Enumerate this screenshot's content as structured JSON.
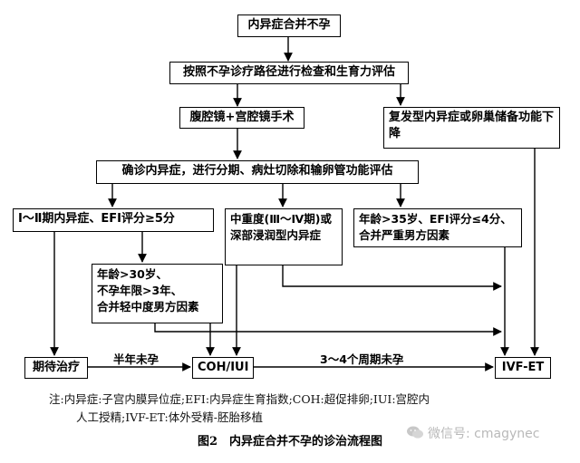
{
  "nodes": {
    "start": "内异症合并不孕",
    "assess": "按照不孕诊疗路径进行检查和生育力评估",
    "surgery": "腹腔镜+宫腔镜手术",
    "recurrent": "复发型内异症或卵巢储备功能下降",
    "diagnose": "确诊内异症，进行分期、病灶切除和输卵管功能评估",
    "stage12": "Ⅰ～Ⅱ期内异症、EFI评分≥5分",
    "stage34": "中重度(Ⅲ～Ⅳ期)或深部浸润型内异症",
    "age35": "年龄>35岁、EFI评分≤4分、合并严重男方因素",
    "age30": "年龄>30岁、\n不孕年限>3年、\n合并轻中度男方因素",
    "expectant": "期待治疗",
    "cohiui": "COH/IUI",
    "ivfet": "IVF-ET"
  },
  "edge_labels": {
    "half_year": "半年未孕",
    "cycles": "3～4个周期未孕"
  },
  "note": {
    "line1": "注:内异症:子宫内膜异位症;EFI:内异症生育指数;COH:超促排卵;IUI:宫腔内",
    "line2": "人工授精;IVF-ET:体外受精-胚胎移植"
  },
  "caption": "图2　内异症合并不孕的诊治流程图",
  "watermark": "微信号: cmagynec"
}
